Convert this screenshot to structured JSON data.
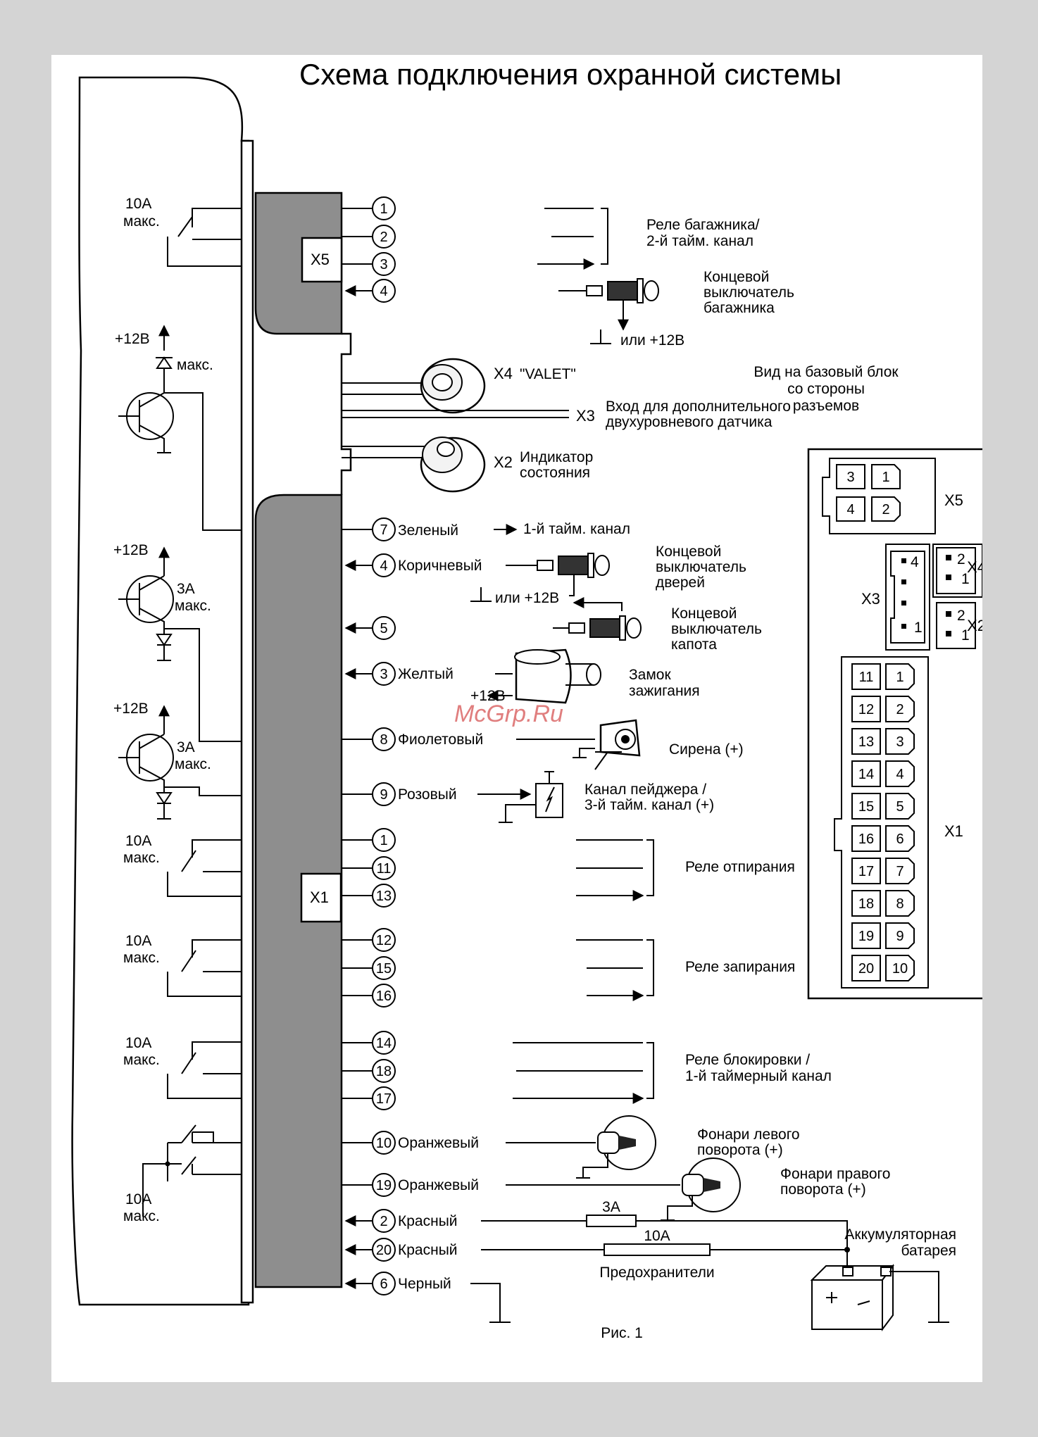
{
  "title": "Схема подключения охранной системы",
  "figure_caption": "Рис. 1",
  "watermark": "McGrp.Ru",
  "connectors": {
    "x1": "X1",
    "x2": "X2",
    "x3": "X3",
    "x4": "X4",
    "x5": "X5"
  },
  "left_circuit": {
    "relay_rating": "10А",
    "relay_max": "макс.",
    "supply": "+12В",
    "diode_max": "макс.",
    "output_rating": "3А",
    "output_max": "макс."
  },
  "x5_pins": [
    "1",
    "2",
    "3",
    "4"
  ],
  "trunk_relay": [
    "Реле багажника/",
    "2-й тайм. канал"
  ],
  "trunk_switch": [
    "Концевой",
    "выключатель",
    "багажника"
  ],
  "ground_or_12v": "или +12В",
  "valet": {
    "connector": "X4",
    "label": "\"VALET\""
  },
  "aux_sensor": {
    "connector": "X3",
    "lines": [
      "Вход для дополнительного",
      "двухуровневого датчика"
    ]
  },
  "status_led": {
    "connector": "X2",
    "lines": [
      "Индикатор",
      "состояния"
    ]
  },
  "base_view": [
    "Вид на базовый блок",
    "со стороны",
    "разъемов"
  ],
  "wires": [
    {
      "pin": "7",
      "color": "Зеленый",
      "target": "1-й тайм. канал"
    },
    {
      "pin": "4",
      "color": "Коричневый"
    },
    {
      "pin": "5",
      "color": ""
    },
    {
      "pin": "3",
      "color": "Желтый"
    },
    {
      "pin": "8",
      "color": "Фиолетовый"
    },
    {
      "pin": "9",
      "color": "Розовый"
    },
    {
      "pin": "10",
      "color": "Оранжевый"
    },
    {
      "pin": "19",
      "color": "Оранжевый"
    },
    {
      "pin": "2",
      "color": "Красный"
    },
    {
      "pin": "20",
      "color": "Красный"
    },
    {
      "pin": "6",
      "color": "Черный"
    }
  ],
  "door_switch": [
    "Концевой",
    "выключатель",
    "дверей"
  ],
  "hood_switch": [
    "Концевой",
    "выключатель",
    "капота"
  ],
  "ignition": {
    "lines": [
      "Замок",
      "зажигания"
    ],
    "supply": "+12В"
  },
  "siren": "Сирена (+)",
  "pager": [
    "Канал пейджера /",
    "3-й тайм. канал (+)"
  ],
  "x1_groups": [
    {
      "pins": [
        "1",
        "11",
        "13"
      ],
      "label": [
        "Реле отпирания"
      ]
    },
    {
      "pins": [
        "12",
        "15",
        "16"
      ],
      "label": [
        "Реле запирания"
      ]
    },
    {
      "pins": [
        "14",
        "18",
        "17"
      ],
      "label": [
        "Реле блокировки /",
        "1-й таймерный канал"
      ]
    }
  ],
  "left_lights": [
    "Фонари левого",
    "поворота (+)"
  ],
  "right_lights": [
    "Фонари правого",
    "поворота (+)"
  ],
  "fuses": {
    "small": "3А",
    "large": "10А",
    "label": "Предохранители"
  },
  "battery": [
    "Аккумуляторная",
    "батарея"
  ],
  "x5_block": [
    "3",
    "1",
    "4",
    "2"
  ],
  "x4_block": [
    "2",
    "1"
  ],
  "x2_block": [
    "2",
    "1"
  ],
  "x3_block": [
    "4",
    "1"
  ],
  "x1_block": [
    [
      "11",
      "1"
    ],
    [
      "12",
      "2"
    ],
    [
      "13",
      "3"
    ],
    [
      "14",
      "4"
    ],
    [
      "15",
      "5"
    ],
    [
      "16",
      "6"
    ],
    [
      "17",
      "7"
    ],
    [
      "18",
      "8"
    ],
    [
      "19",
      "9"
    ],
    [
      "20",
      "10"
    ]
  ]
}
